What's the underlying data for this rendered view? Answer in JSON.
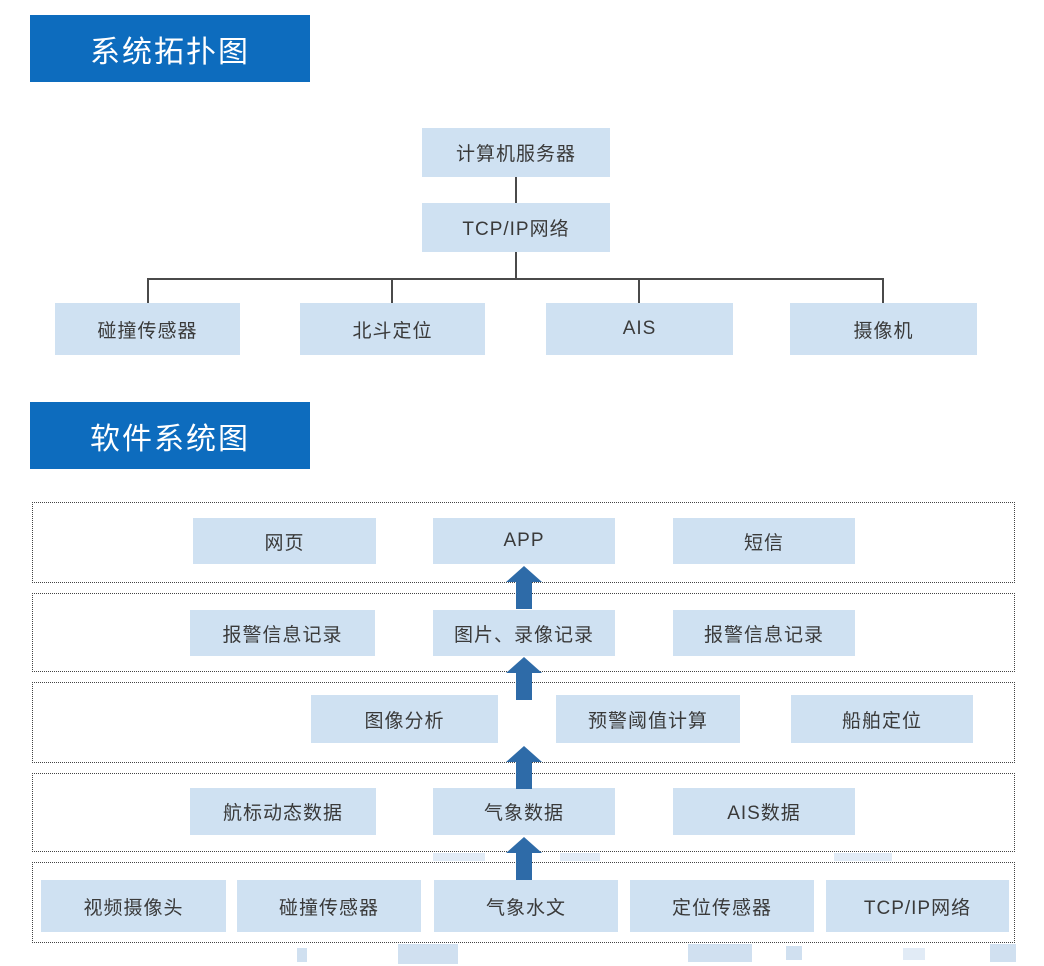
{
  "colors": {
    "banner_bg": "#0d6cbe",
    "banner_text": "#ffffff",
    "node_bg": "#cfe1f2",
    "node_text": "#3a3a3a",
    "connector_line": "#4a4a4a",
    "arrow_blue": "#2e6ba8",
    "layer_border": "#444444"
  },
  "icons": {
    "flow_arrow": "up-block-arrow"
  },
  "topology": {
    "title": "系统拓扑图",
    "root": "计算机服务器",
    "network": "TCP/IP网络",
    "children": [
      "碰撞传感器",
      "北斗定位",
      "AIS",
      "摄像机"
    ]
  },
  "software": {
    "title": "软件系统图",
    "rows": [
      {
        "boxes": [
          "网页",
          "APP",
          "短信"
        ]
      },
      {
        "boxes": [
          "报警信息记录",
          "图片、录像记录",
          "报警信息记录"
        ]
      },
      {
        "boxes": [
          "图像分析",
          "预警阈值计算",
          "船舶定位"
        ]
      },
      {
        "boxes": [
          "航标动态数据",
          "气象数据",
          "AIS数据"
        ]
      },
      {
        "boxes": [
          "视频摄像头",
          "碰撞传感器",
          "气象水文",
          "定位传感器",
          "TCP/IP网络"
        ]
      }
    ]
  }
}
